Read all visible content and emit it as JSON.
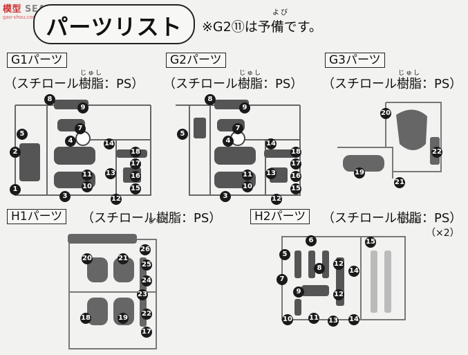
{
  "watermark": {
    "brand": "模型",
    "brand2": "SEARCH",
    "url": "gao-shou.com"
  },
  "header": {
    "title": "パーツリスト",
    "note": "※G2⑪は予備です。",
    "note_ruby": "よび"
  },
  "material_ruby": "じゅし",
  "panels": [
    {
      "label": "G1パーツ",
      "material": "（スチロール樹脂：PS）",
      "numbers": [
        "8",
        "9",
        "5",
        "7",
        "2",
        "4",
        "14",
        "18",
        "17",
        "11",
        "13",
        "16",
        "10",
        "15",
        "1",
        "3",
        "12"
      ]
    },
    {
      "label": "G2パーツ",
      "material": "（スチロール樹脂：PS）",
      "numbers": [
        "8",
        "9",
        "5",
        "7",
        "4",
        "14",
        "18",
        "17",
        "11",
        "13",
        "16",
        "10",
        "15",
        "3",
        "12"
      ]
    },
    {
      "label": "G3パーツ",
      "material": "（スチロール樹脂：PS）",
      "numbers": [
        "20",
        "22",
        "19",
        "21"
      ]
    },
    {
      "label": "H1パーツ",
      "material": "（スチロール樹脂：PS）",
      "numbers": [
        "26",
        "20",
        "21",
        "25",
        "24",
        "23",
        "22",
        "18",
        "19",
        "17"
      ]
    },
    {
      "label": "H2パーツ",
      "material": "（スチロール樹脂：PS）",
      "extra": "（×2）",
      "numbers": [
        "6",
        "15",
        "5",
        "12",
        "8",
        "14",
        "7",
        "9",
        "12",
        "11",
        "10",
        "13",
        "14"
      ]
    }
  ]
}
